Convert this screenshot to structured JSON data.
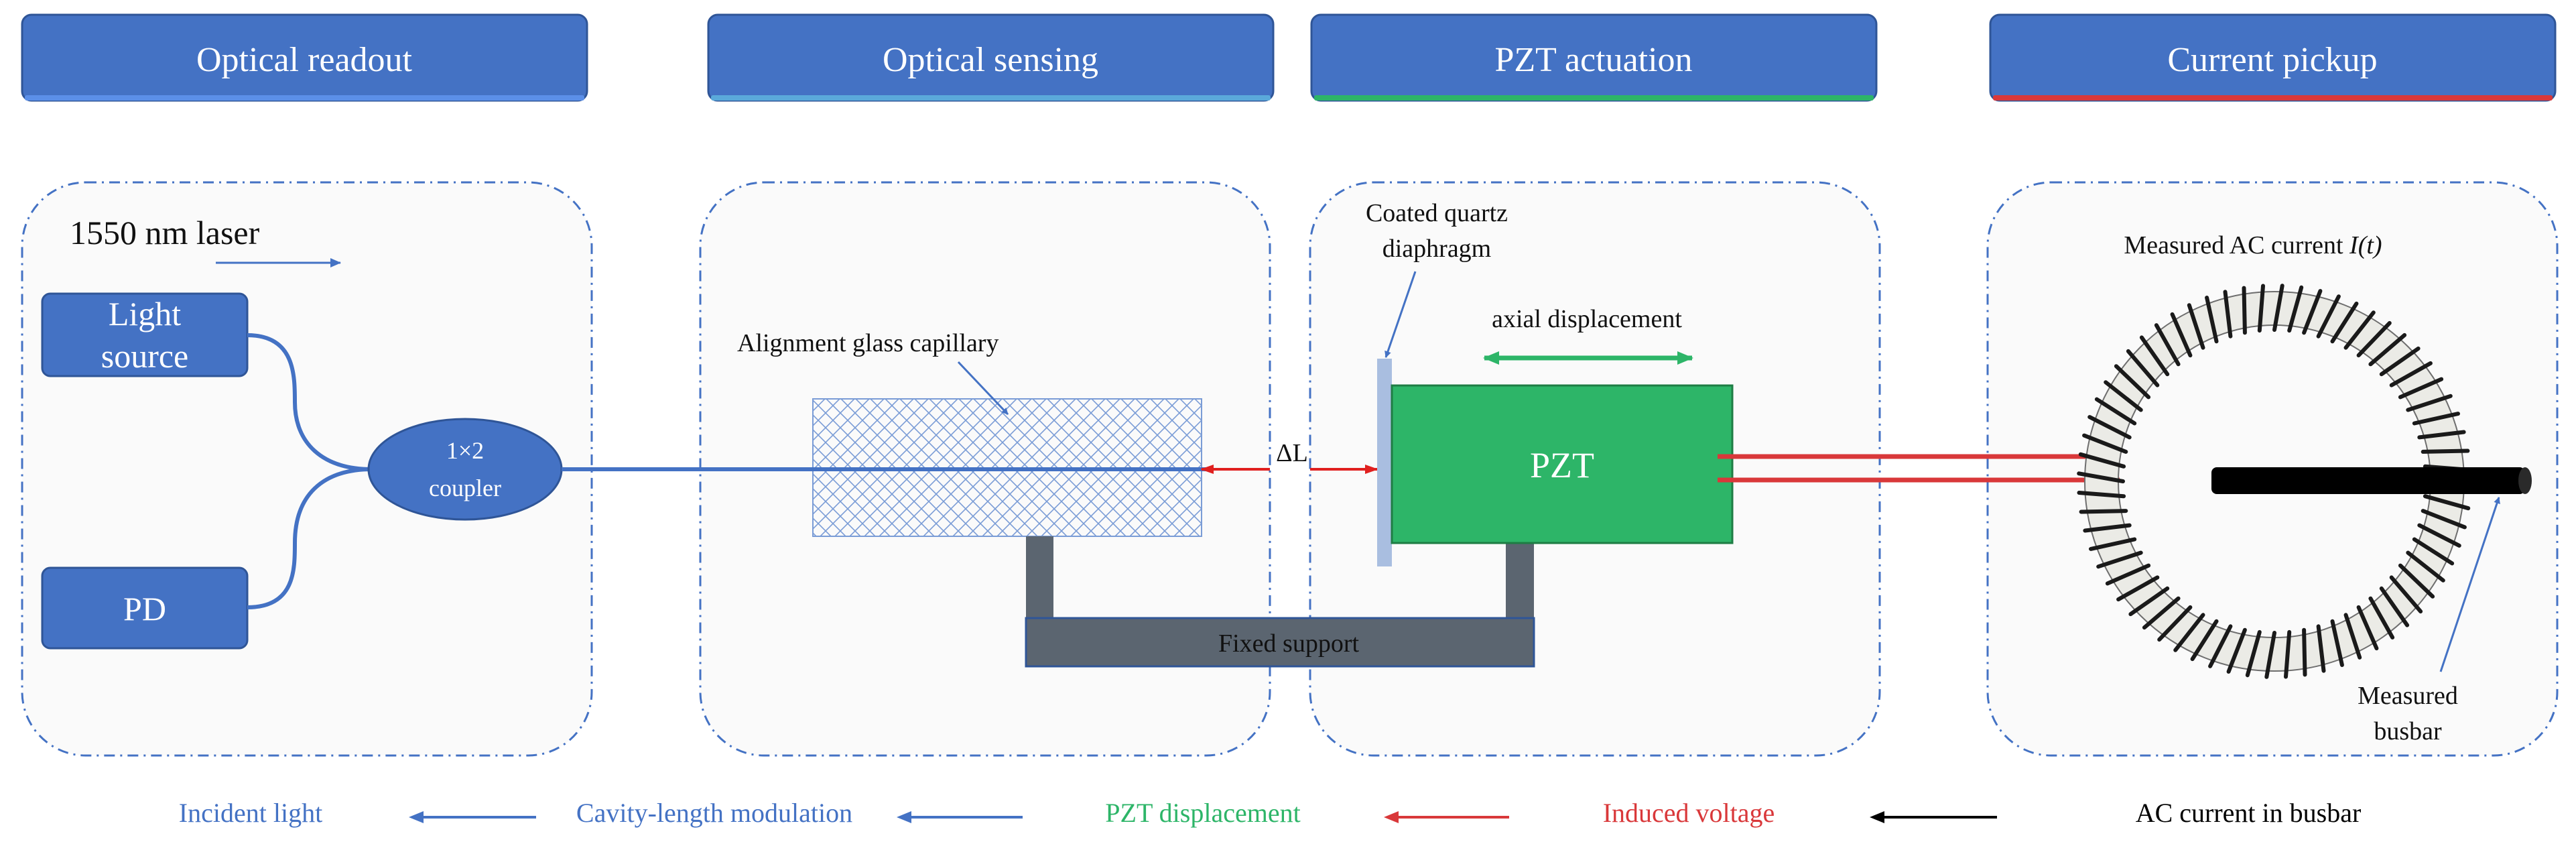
{
  "colors": {
    "header_fill": "#4472C4",
    "blue": "#4472C4",
    "green": "#2DB568",
    "red": "#D9383A",
    "black": "#000000",
    "support": "#5B6570",
    "diaphragm": "#A9BEE0"
  },
  "headers": [
    {
      "label": "Optical readout",
      "underline": "#5B8FE8"
    },
    {
      "label": "Optical sensing",
      "underline": "#5AA9DA"
    },
    {
      "label": "PZT actuation",
      "underline": "#2DB568"
    },
    {
      "label": "Current pickup",
      "underline": "#D9383A"
    }
  ],
  "readout": {
    "laser_label": "1550 nm laser",
    "light_source": [
      "Light",
      "source"
    ],
    "pd": "PD",
    "coupler": [
      "1×2",
      "coupler"
    ]
  },
  "sensing": {
    "capillary_label": "Alignment glass capillary",
    "gap_label": "ΔL",
    "support_label": "Fixed support"
  },
  "actuation": {
    "diaphragm_label": [
      "Coated quartz",
      "diaphragm"
    ],
    "displacement_label": "axial displacement",
    "pzt_label": "PZT"
  },
  "pickup": {
    "title_text": "Measured AC current ",
    "title_var": "I(t)",
    "busbar_label": [
      "Measured",
      "busbar"
    ]
  },
  "flow": [
    {
      "label": "Incident light",
      "color": "#4472C4"
    },
    {
      "label": "Cavity-length modulation",
      "color": "#4472C4"
    },
    {
      "label": "PZT displacement",
      "color": "#2DB568"
    },
    {
      "label": "Induced voltage",
      "color": "#D9383A"
    },
    {
      "label": "AC current in busbar",
      "color": "#000000"
    }
  ],
  "flow_arrow_colors": [
    "#4472C4",
    "#4472C4",
    "#D9383A",
    "#000000"
  ]
}
